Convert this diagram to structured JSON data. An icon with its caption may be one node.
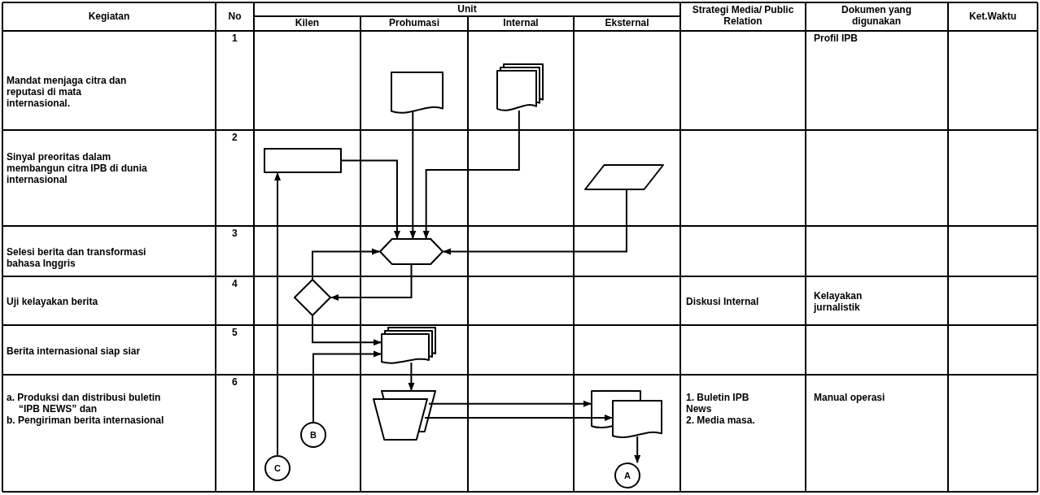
{
  "diagram": {
    "nodes": [
      {
        "text": [],
        "shape": "box"
      },
      {
        "text": [],
        "shape": "document"
      },
      {
        "text": [],
        "shape": "documents"
      },
      {
        "text": [],
        "shape": "parallelogram"
      },
      {
        "text": [],
        "shape": "hexagon"
      },
      {
        "text": [],
        "shape": "diamond"
      },
      {
        "text": [],
        "shape": "documents"
      },
      {
        "text": [],
        "shape": "trapezoid"
      },
      {
        "text": [],
        "shape": "documents"
      },
      {
        "text": [
          "A"
        ]
      },
      {
        "text": [
          "B"
        ]
      },
      {
        "text": [
          "C"
        ]
      }
    ],
    "edges": [
      {
        "from": 0,
        "to": 4,
        "arrow": "to"
      },
      {
        "from": 1,
        "to": 4,
        "arrow": "to"
      },
      {
        "from": 2,
        "to": 4,
        "arrow": "to"
      },
      {
        "from": 3,
        "to": 4,
        "arrow": "to"
      },
      {
        "from": 5,
        "to": 4,
        "arrow": "to"
      },
      {
        "from": 4,
        "to": 5,
        "arrow": "to"
      },
      {
        "from": 5,
        "to": 6,
        "arrow": "to"
      },
      {
        "from": 10,
        "to": 6,
        "arrow": "to"
      },
      {
        "from": 11,
        "to": 0,
        "arrow": "to"
      },
      {
        "from": 6,
        "to": 7,
        "arrow": "to"
      },
      {
        "from": 7,
        "to": 8,
        "arrow": "to"
      },
      {
        "from": 7,
        "to": 8,
        "arrow": "to"
      },
      {
        "from": 8,
        "to": 9,
        "arrow": "to"
      }
    ],
    "labels": [
      "Kegiatan",
      "No",
      "Unit",
      "Strategi Media/ Public Relation",
      "Dokumen yang digunakan",
      "Ket.Waktu",
      "Kilen",
      "Prohumasi",
      "Internal",
      "Eksternal",
      "1",
      "Mandat menjaga citra dan reputasi di mata internasional.",
      "Profil IPB",
      "2",
      "Sinyal preoritas dalam membangun citra IPB di dunia internasional",
      "3",
      "Selesi berita dan transformasi bahasa Inggris",
      "4",
      "Uji kelayakan berita",
      "Diskusi Internal",
      "Kelayakan jurnalistik",
      "5",
      "Berita internasional siap siar",
      "6",
      "a. Produksi dan distribusi buletin “IPB NEWS” dan",
      "b. Pengiriman berita internasional",
      "1. Buletin IPB News",
      "2. Media masa.",
      "Manual operasi"
    ]
  }
}
